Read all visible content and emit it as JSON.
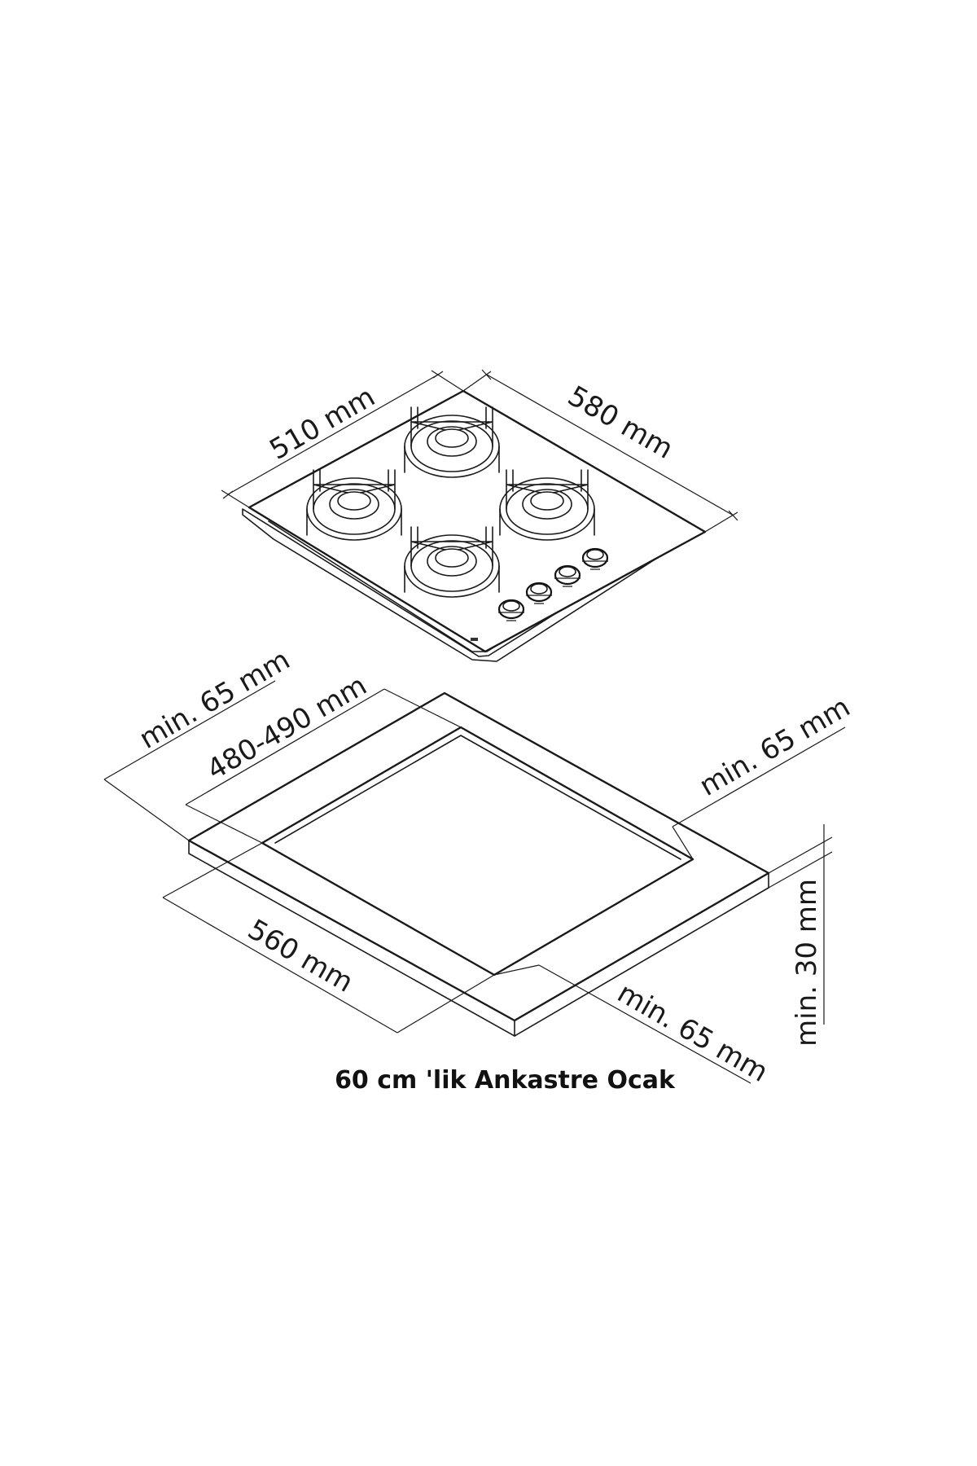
{
  "hob": {
    "width_label": "510 mm",
    "depth_label": "580 mm",
    "burner_count": 4,
    "knob_count": 4
  },
  "cutout": {
    "clearance_left_label": "min. 65 mm",
    "cutout_width_label": "480-490 mm",
    "clearance_back_label": "min. 65 mm",
    "cutout_depth_label": "560 mm",
    "clearance_front_label": "min. 65 mm",
    "counter_thickness_label": "min. 30 mm"
  },
  "caption": "60 cm 'lik Ankastre Ocak"
}
